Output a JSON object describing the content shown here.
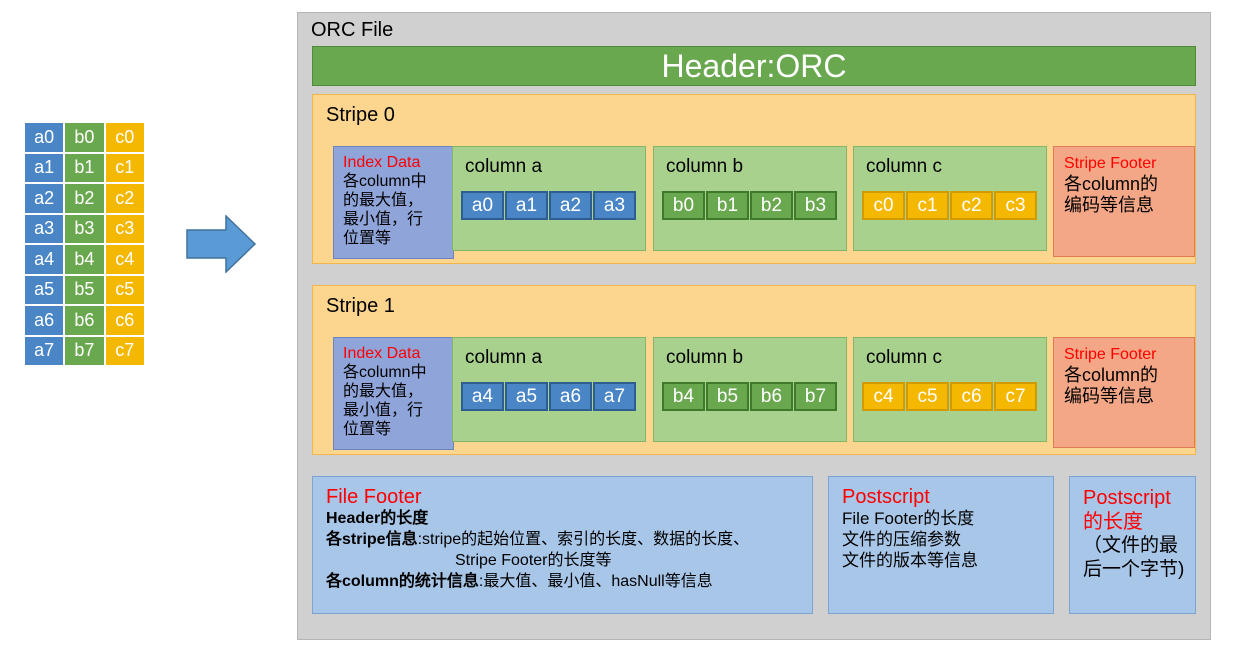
{
  "table": {
    "rows": [
      [
        "a0",
        "b0",
        "c0"
      ],
      [
        "a1",
        "b1",
        "c1"
      ],
      [
        "a2",
        "b2",
        "c2"
      ],
      [
        "a3",
        "b3",
        "c3"
      ],
      [
        "a4",
        "b4",
        "c4"
      ],
      [
        "a5",
        "b5",
        "c5"
      ],
      [
        "a6",
        "b6",
        "c6"
      ],
      [
        "a7",
        "b7",
        "c7"
      ]
    ]
  },
  "orc": {
    "title": "ORC File",
    "header": "Header:ORC",
    "stripes": [
      {
        "title": "Stripe 0",
        "index_title": "Index Data",
        "index_desc": "各column中的最大值，最小值，行位置等",
        "columns": [
          {
            "label": "column a",
            "cells": [
              "a0",
              "a1",
              "a2",
              "a3"
            ]
          },
          {
            "label": "column b",
            "cells": [
              "b0",
              "b1",
              "b2",
              "b3"
            ]
          },
          {
            "label": "column c",
            "cells": [
              "c0",
              "c1",
              "c2",
              "c3"
            ]
          }
        ],
        "footer_title": "Stripe Footer",
        "footer_desc": "各column的编码等信息"
      },
      {
        "title": "Stripe 1",
        "index_title": "Index Data",
        "index_desc": "各column中的最大值，最小值，行位置等",
        "columns": [
          {
            "label": "column a",
            "cells": [
              "a4",
              "a5",
              "a6",
              "a7"
            ]
          },
          {
            "label": "column b",
            "cells": [
              "b4",
              "b5",
              "b6",
              "b7"
            ]
          },
          {
            "label": "column c",
            "cells": [
              "c4",
              "c5",
              "c6",
              "c7"
            ]
          }
        ],
        "footer_title": "Stripe Footer",
        "footer_desc": "各column的编码等信息"
      }
    ],
    "file_footer": {
      "title": "File Footer",
      "line1_bold": "Header的长度",
      "line2_bold": "各stripe信息",
      "line2_rest": ":stripe的起始位置、索引的长度、数据的长度、",
      "line3": "Stripe Footer的长度等",
      "line4_bold": "各column的统计信息",
      "line4_rest": ":最大值、最小值、hasNull等信息"
    },
    "postscript": {
      "title": "Postscript",
      "lines": [
        "File Footer的长度",
        "文件的压缩参数",
        "文件的版本等信息"
      ]
    },
    "postscript_length": {
      "title_line1": "Postscript",
      "title_line2": "的长度",
      "desc_line1": "（文件的最",
      "desc_line2": "后一个字节)"
    }
  },
  "colors": {
    "a": "#4a86c5",
    "b": "#6aa84f",
    "c": "#f5b800",
    "header": "#6aa84f",
    "stripe": "#fcd68f",
    "index": "#8fa4d9",
    "column": "#a9d18e",
    "stripe_footer": "#f4a786",
    "footer_blue": "#a8c6e8",
    "title_red": "#ff0000"
  },
  "icons": {
    "arrow": "right-arrow-icon"
  }
}
